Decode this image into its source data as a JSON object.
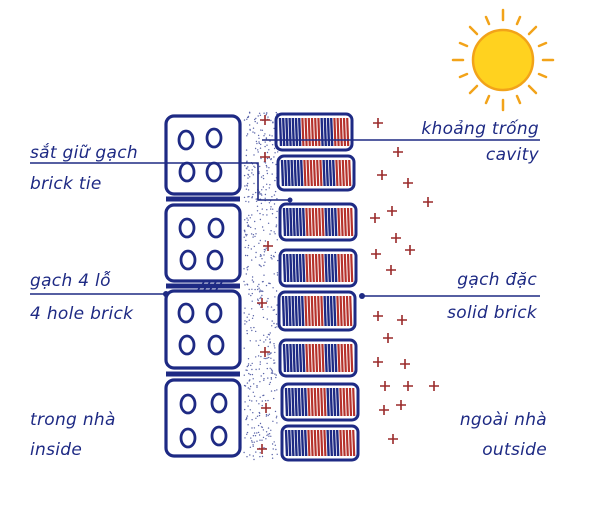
{
  "labels": {
    "brick_tie_vi": "sắt giữ gạch",
    "brick_tie_en": "brick tie",
    "hole_brick_vi": "gạch 4 lỗ",
    "hole_brick_en": "4 hole brick",
    "inside_vi": "trong nhà",
    "inside_en": "inside",
    "cavity_vi": "khoảng trống",
    "cavity_en": "cavity",
    "solid_brick_vi": "gạch đặc",
    "solid_brick_en": "solid brick",
    "outside_vi": "ngoài nhà",
    "outside_en": "outside"
  },
  "colors": {
    "ink": "#1e2a84",
    "brick_red": "#b5322c",
    "sun_fill": "#ffd21f",
    "sun_ray": "#f2a319",
    "plus": "#9a2a2a"
  },
  "icons": [
    "sun-icon"
  ]
}
